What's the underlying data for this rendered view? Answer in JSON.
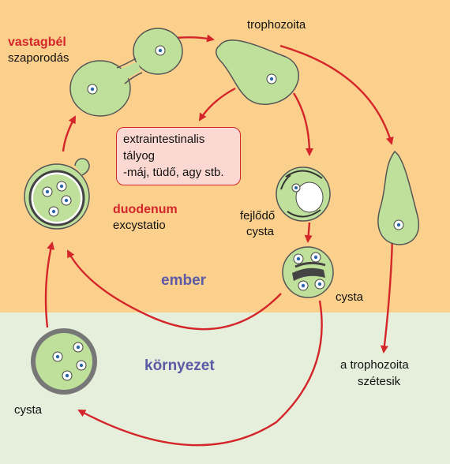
{
  "zones": {
    "human": "ember",
    "environment": "környezet"
  },
  "labels": {
    "colon_title": "vastagbél",
    "colon_sub": "szaporodás",
    "trophozoite": "trophozoita",
    "duodenum_title": "duodenum",
    "duodenum_sub": "excystatio",
    "developing_1": "fejlődő",
    "developing_2": "cysta",
    "cyst_right": "cysta",
    "cyst_env": "cysta",
    "disintegrate_1": "a trophozoita",
    "disintegrate_2": "szétesik"
  },
  "extra_box": [
    "extraintestinalis",
    "tályog",
    "-máj, tüdő, agy stb."
  ],
  "colors": {
    "human_bg": "#fbd08d",
    "env_bg": "#e6efdb",
    "arrow": "#d4262a",
    "cell_fill": "#bfe09a",
    "zone_text": "#5a5aa6"
  }
}
